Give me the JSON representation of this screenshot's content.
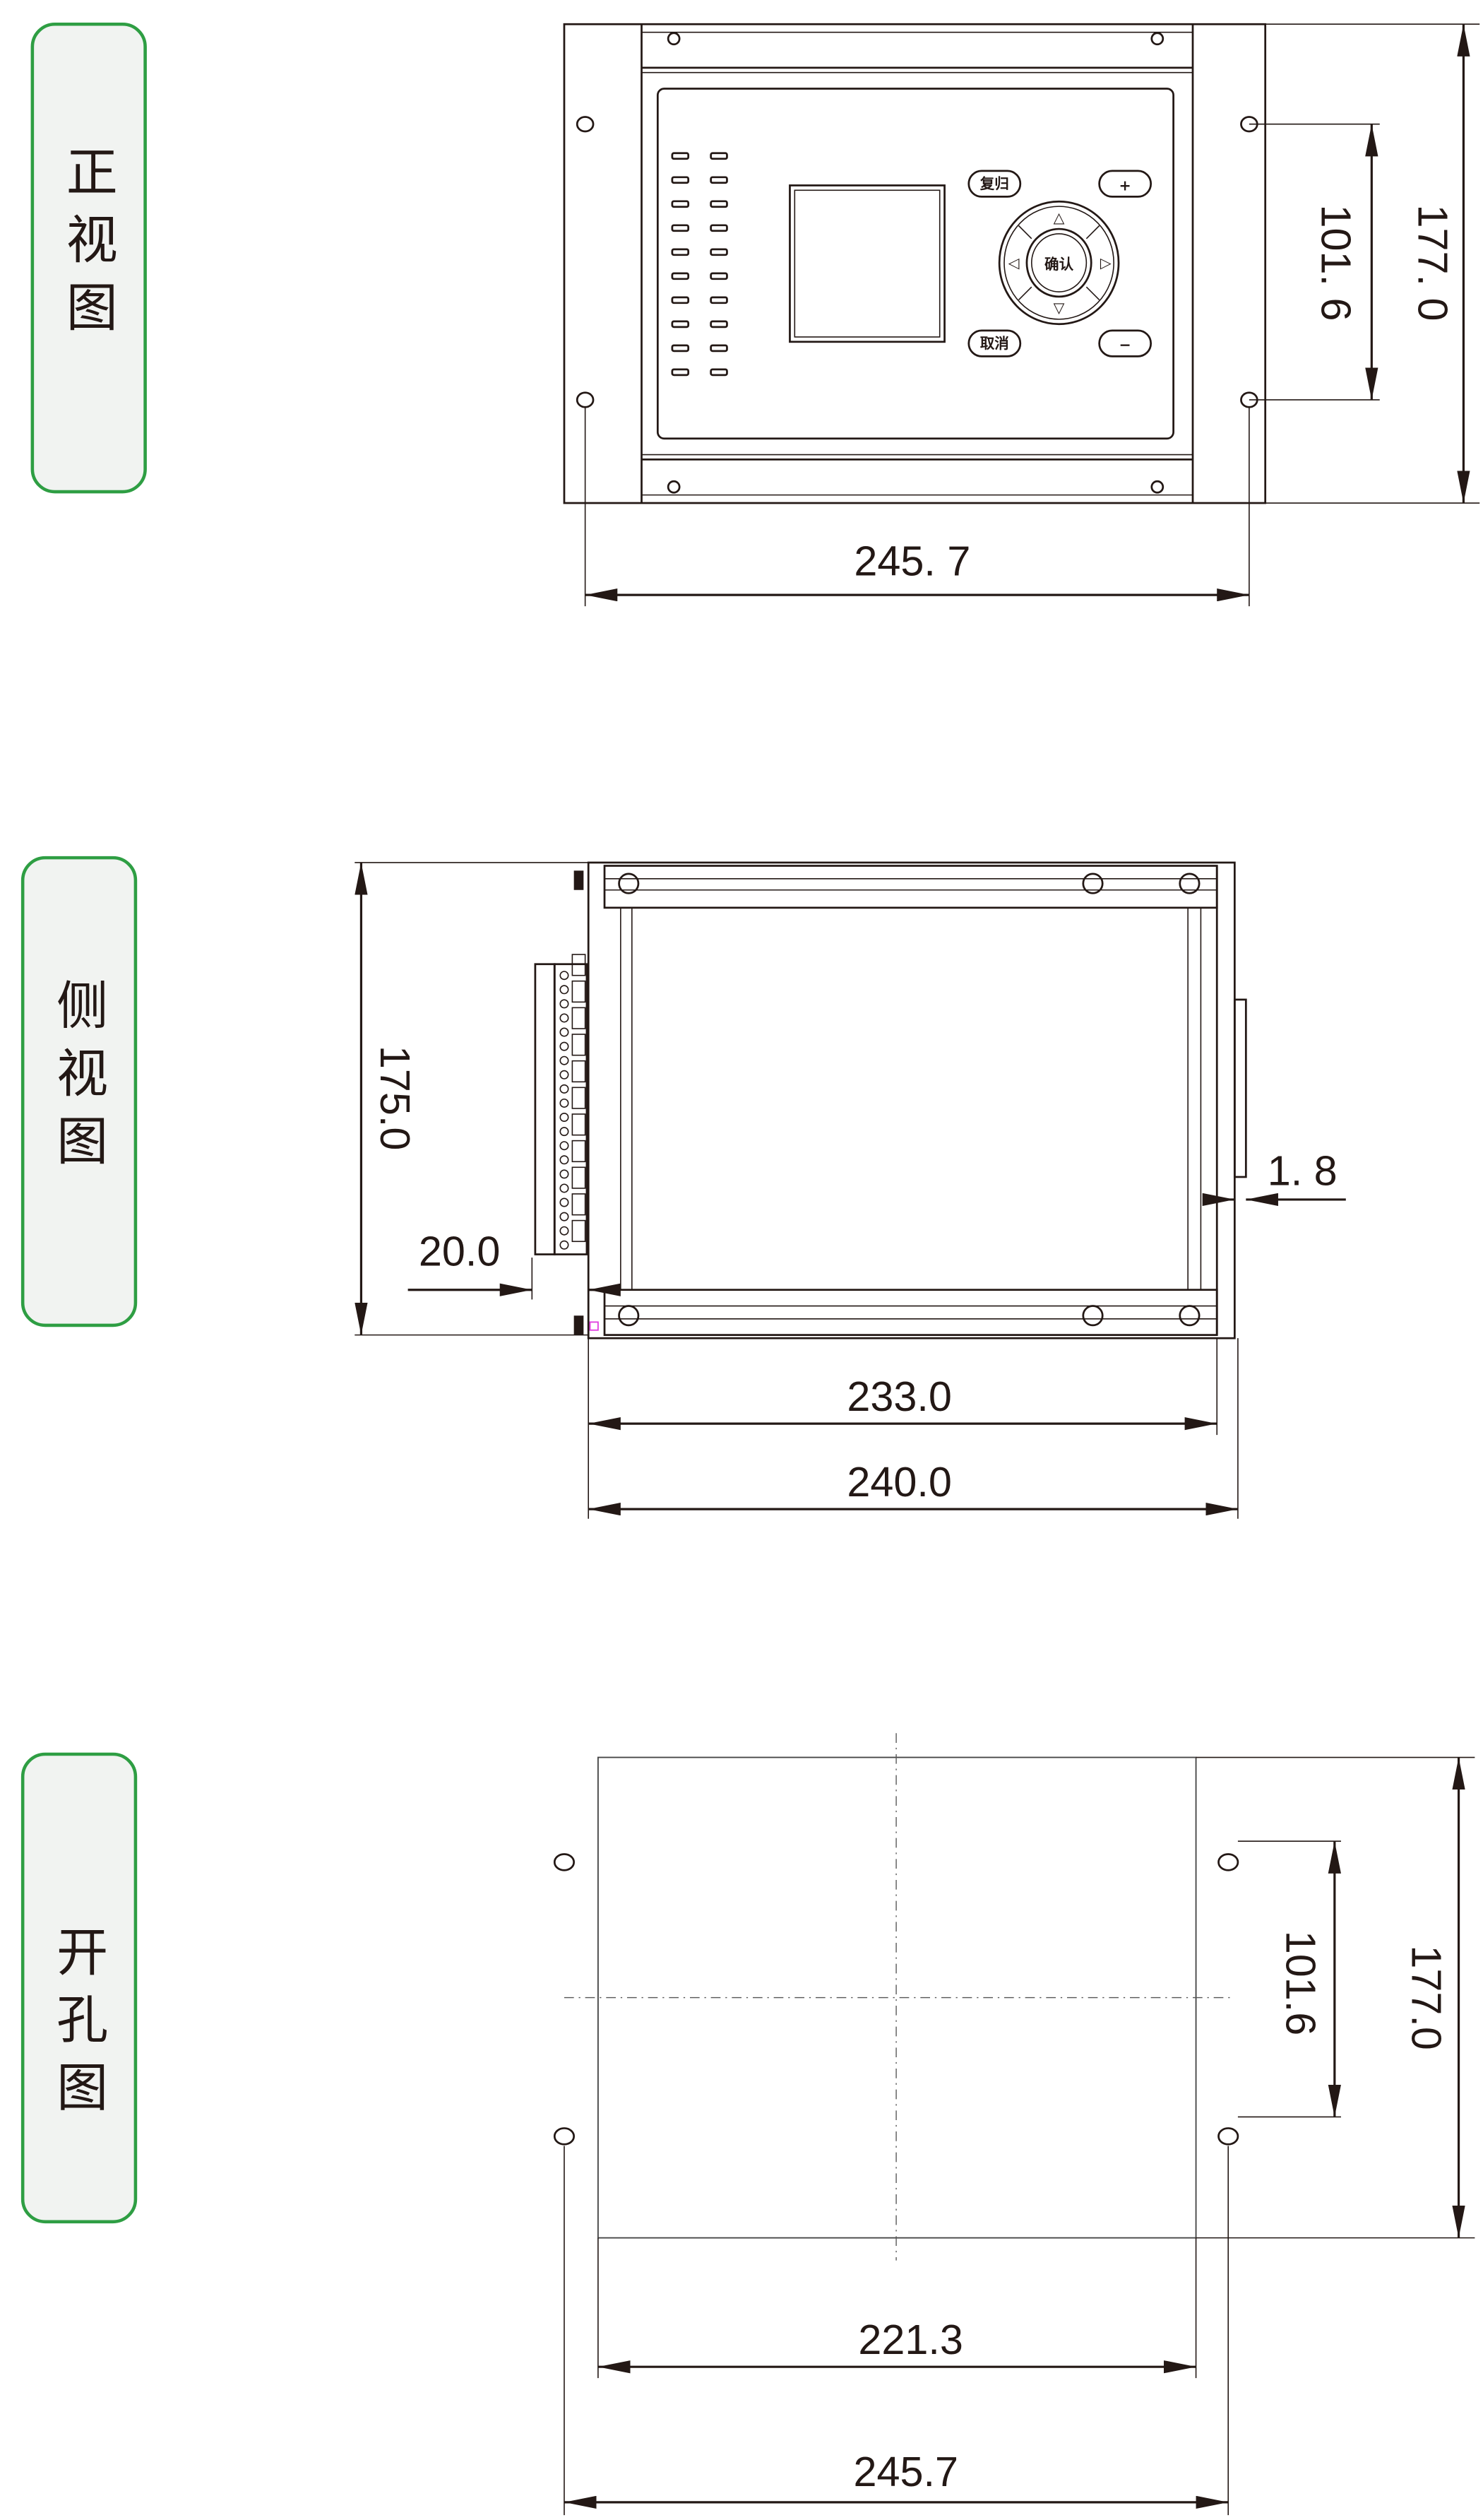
{
  "labels": {
    "front": [
      "正",
      "视",
      "图"
    ],
    "side": [
      "侧",
      "视",
      "图"
    ],
    "cutout": [
      "开",
      "孔",
      "图"
    ]
  },
  "front_view": {
    "buttons": {
      "reset": "复归",
      "plus": "+",
      "cancel": "取消",
      "minus": "−",
      "confirm": "确认"
    },
    "dimensions": {
      "height": "177. 0",
      "hole_spacing": "101. 6",
      "width": "245. 7"
    }
  },
  "side_view": {
    "dimensions": {
      "height": "175.0",
      "terminal_depth": "20.0",
      "gap": "1. 8",
      "depth_inner": "233.0",
      "depth_total": "240.0"
    }
  },
  "cutout_view": {
    "dimensions": {
      "height": "177.0",
      "hole_spacing": "101.6",
      "cutout_width": "221.3",
      "hole_width": "245.7"
    }
  },
  "colors": {
    "label_border": "#2e9e43",
    "line": "#231815"
  }
}
